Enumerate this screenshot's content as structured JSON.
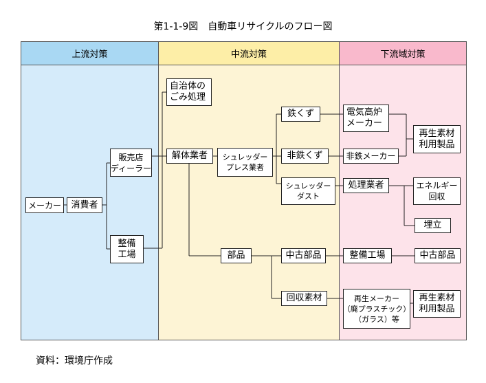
{
  "title": "第1-1-9図　自動車リサイクルのフロー図",
  "source": "資料：環境庁作成",
  "zones": {
    "upstream": "上流対策",
    "midstream": "中流対策",
    "downstream": "下流域対策"
  },
  "boxes": {
    "maker": [
      "メーカー"
    ],
    "consumer": [
      "消費者"
    ],
    "dealer": [
      "販売店",
      "ディーラー"
    ],
    "repair_shop": [
      "整備",
      "工場"
    ],
    "municipal": [
      "自治体の",
      "ごみ処理"
    ],
    "dismantler": [
      "解体業者"
    ],
    "shredder": [
      "シュレッダー",
      "プレス業者"
    ],
    "parts": [
      "部品"
    ],
    "iron_scrap": [
      "鉄くず"
    ],
    "nonferrous_scrap": [
      "非鉄くず"
    ],
    "shredder_dust": [
      "シュレッダー",
      "ダスト"
    ],
    "used_parts_mid": [
      "中古部品"
    ],
    "recovered_material": [
      "回収素材"
    ],
    "electric_furnace": [
      "電気高炉",
      "メーカー"
    ],
    "nonferrous_maker": [
      "非鉄メーカー"
    ],
    "processor": [
      "処理業者"
    ],
    "repair_factory": [
      "整備工場"
    ],
    "recycle_maker": [
      "再生メーカー",
      "（廃プラスチック）",
      "（ガラス）等"
    ],
    "recycled_products_1": [
      "再生素材",
      "利用製品"
    ],
    "energy_recovery": [
      "エネルギー",
      "回収"
    ],
    "landfill": [
      "埋立"
    ],
    "used_parts_down": [
      "中古部品"
    ],
    "recycled_products_2": [
      "再生素材",
      "利用製品"
    ]
  }
}
